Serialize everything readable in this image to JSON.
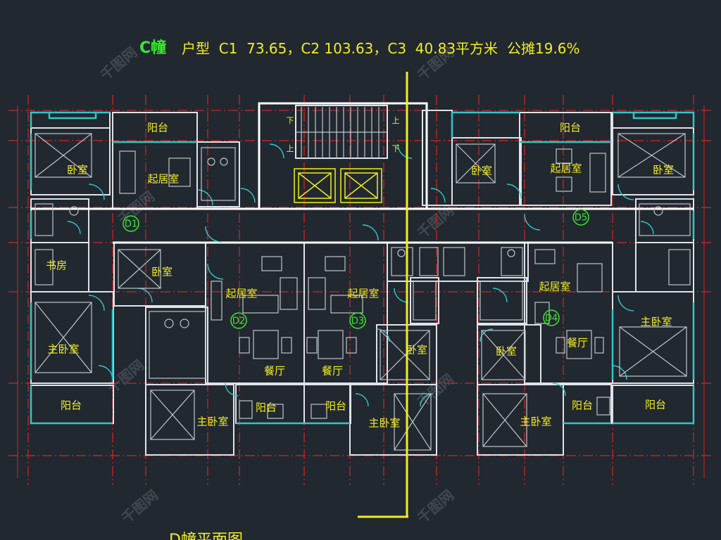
{
  "header": {
    "building": "C幢",
    "types": "户型  C1  73.65，C2 103.63，C3  40.83平方米",
    "share": "公摊19.6%"
  },
  "rooms": {
    "d1_balcony": "阳台",
    "d1_bedroom": "卧室",
    "d1_living": "起居室",
    "d1_study": "书房",
    "d1_master": "主卧室",
    "d1_balcony_bottom": "阳台",
    "left_mid_bedroom": "卧室",
    "d2_living": "起居室",
    "d2_dining": "餐厅",
    "d2_master": "主卧室",
    "d2_balcony": "阳台",
    "d3_living": "起居室",
    "d3_dining": "餐厅",
    "d3_bedroom": "卧室",
    "d3_balcony": "阳台",
    "d3_master": "主卧室",
    "d5_bedroom": "卧室",
    "d5_balcony": "阳台",
    "d5_living": "起居室",
    "right_bedroom": "卧室",
    "d4_living": "起居室",
    "d4_dining": "餐厅",
    "d4_bedroom": "卧室",
    "d4_master": "主卧室",
    "d4_balcony": "阳台",
    "right_master": "主卧室",
    "right_balcony": "阳台"
  },
  "units": {
    "d1": "D1",
    "d2": "D2",
    "d3": "D3",
    "d4": "D4",
    "d5": "D5"
  },
  "stairs": {
    "down_left": "下",
    "up_left": "上",
    "up_right": "上",
    "down_right": "下"
  },
  "footer": {
    "title": "D幢平面图"
  },
  "watermark": "千图网",
  "colors": {
    "background": "#212830",
    "room_label": "#f2ee1e",
    "unit_tag": "#39e82c",
    "axis_lines": "#d42626",
    "windows": "#2fc7c7",
    "walls": "#dfe3e8"
  }
}
